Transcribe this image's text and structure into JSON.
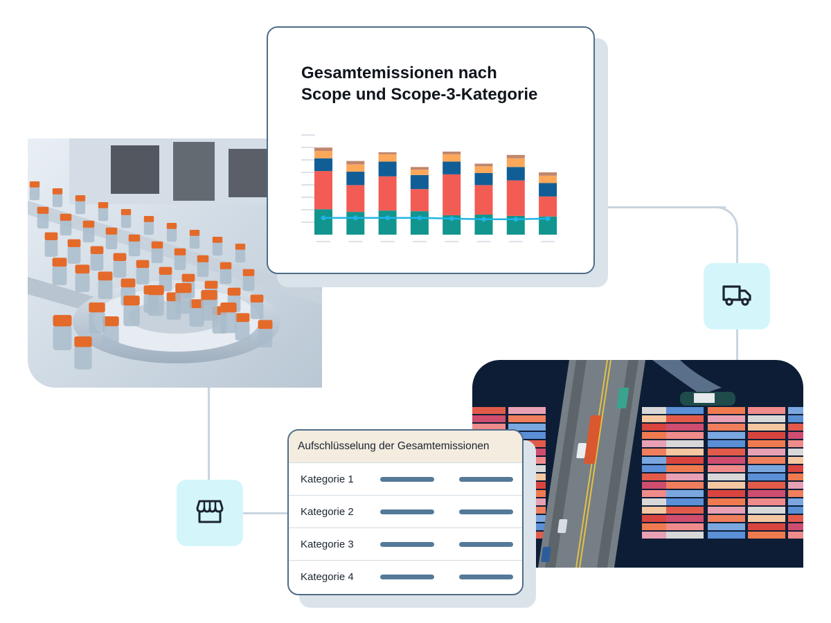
{
  "chart_card": {
    "title": "Gesamtemissionen nach\nScope und Scope-3-Kategorie"
  },
  "chart_data": {
    "type": "bar",
    "stacked": true,
    "title": "Gesamtemissionen nach Scope und Scope-3-Kategorie",
    "categories": [
      "",
      "",
      "",
      "",
      "",
      "",
      "",
      ""
    ],
    "series": [
      {
        "color": "#12958e",
        "values": [
          38,
          34,
          36,
          35,
          29,
          30,
          28,
          27
        ]
      },
      {
        "color": "#f35c54",
        "values": [
          57,
          40,
          51,
          33,
          61,
          44,
          53,
          30
        ]
      },
      {
        "color": "#115e97",
        "values": [
          19,
          20,
          22,
          21,
          19,
          18,
          20,
          20
        ]
      },
      {
        "color": "#fba85a",
        "values": [
          11,
          11,
          11,
          8,
          11,
          10,
          13,
          11
        ]
      },
      {
        "color": "#c0866c",
        "values": [
          5,
          5,
          3,
          4,
          4,
          4,
          5,
          5
        ]
      }
    ],
    "line": {
      "color": "#1fb4e6",
      "values": [
        25,
        25,
        25,
        25,
        24,
        23,
        23,
        24
      ]
    },
    "ylim": [
      0,
      155
    ],
    "grid": false,
    "legend": "none"
  },
  "table": {
    "header": "Aufschlüsselung der Gesamtemissionen",
    "rows": [
      {
        "label": "Kategorie 1"
      },
      {
        "label": "Kategorie 2"
      },
      {
        "label": "Kategorie 3"
      },
      {
        "label": "Kategorie 4"
      }
    ]
  },
  "icons": {
    "truck": "truck-icon",
    "store": "store-icon"
  },
  "colors": {
    "border": "#4f6c87",
    "tile": "#d4f6fb",
    "connector": "#c9d5df",
    "table_header": "#f3ecdf",
    "table_bar": "#557998"
  }
}
